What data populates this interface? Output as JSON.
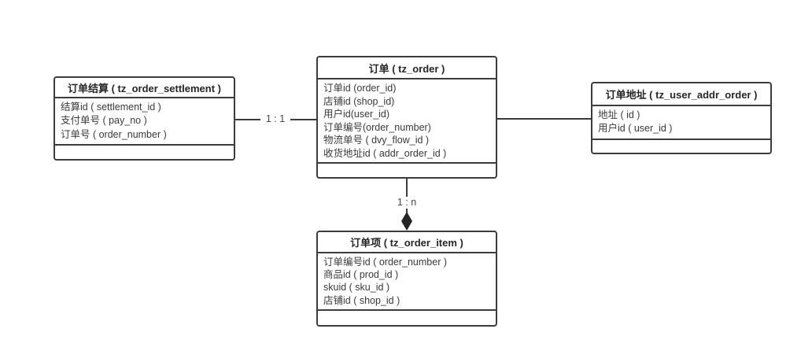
{
  "diagram": {
    "entities": {
      "settlement": {
        "title": "订单结算 ( tz_order_settlement )",
        "fields": [
          "结算id ( settlement_id )",
          "支付单号 ( pay_no )",
          "订单号 ( order_number )"
        ]
      },
      "order": {
        "title": "订单 ( tz_order )",
        "fields": [
          "订单id (order_id)",
          "店铺id (shop_id)",
          "用户id(user_id)",
          "订单编号(order_number)",
          "物流单号 ( dvy_flow_id )",
          "收货地址id ( addr_order_id )"
        ]
      },
      "addr": {
        "title": "订单地址 ( tz_user_addr_order )",
        "fields": [
          "地址 ( id )",
          "用户id ( user_id )"
        ]
      },
      "item": {
        "title": "订单项 ( tz_order_item )",
        "fields": [
          "订单编号id ( order_number )",
          "商品id ( prod_id )",
          "skuid ( sku_id )",
          "店铺id ( shop_id )"
        ]
      }
    },
    "connections": {
      "settlement_order": {
        "label": "1 : 1"
      },
      "order_addr": {
        "label": ""
      },
      "order_item": {
        "label": "1 : n",
        "arrowhead": "filled-diamond"
      }
    },
    "colors": {
      "border": "#3c3c3c",
      "text": "#3a3a3a",
      "background": "#ffffff"
    }
  }
}
